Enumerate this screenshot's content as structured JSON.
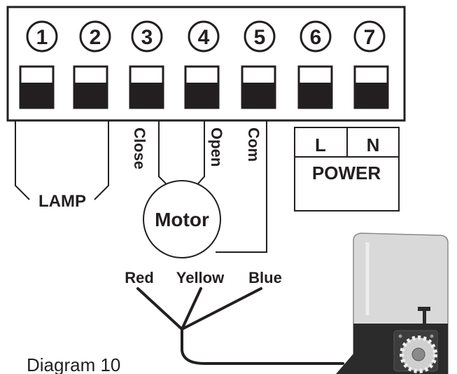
{
  "terminals": [
    {
      "number": "1"
    },
    {
      "number": "2"
    },
    {
      "number": "3"
    },
    {
      "number": "4"
    },
    {
      "number": "5"
    },
    {
      "number": "6"
    },
    {
      "number": "7"
    }
  ],
  "labels": {
    "lamp": "LAMP",
    "close": "Close",
    "open": "Open",
    "com": "Com",
    "motor": "Motor",
    "power_l": "L",
    "power_n": "N",
    "power": "POWER",
    "red": "Red",
    "yellow": "Yellow",
    "blue": "Blue"
  },
  "caption": "Diagram 10",
  "colors": {
    "line": "#231f20",
    "motor_housing": "#d9d9d9",
    "motor_base": "#2b2b2b"
  }
}
